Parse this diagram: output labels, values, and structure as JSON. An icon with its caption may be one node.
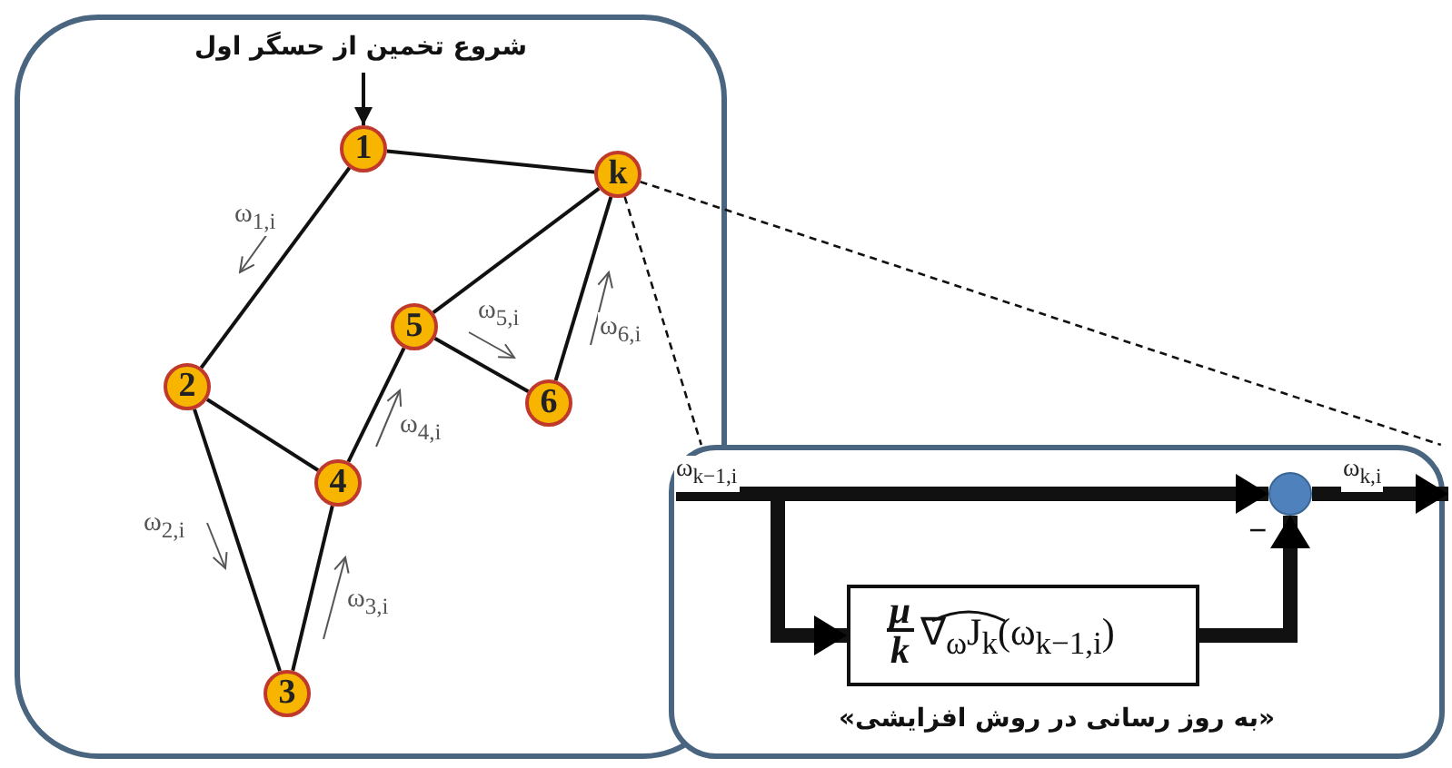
{
  "diagram": {
    "nodes": [
      {
        "text": [],
        "shape": "box"
      },
      {
        "text": [
          "شروع تخمین از حسگر اول"
        ],
        "in": 0
      },
      {
        "text": [
          "1"
        ],
        "in": 0
      },
      {
        "text": [
          "k"
        ],
        "in": 0
      },
      {
        "text": [
          "2"
        ],
        "in": 0
      },
      {
        "text": [
          "5"
        ],
        "in": 0
      },
      {
        "text": [
          "6"
        ],
        "in": 0
      },
      {
        "text": [
          "4"
        ],
        "in": 0
      },
      {
        "text": [
          "3"
        ],
        "in": 0
      },
      {
        "text": [
          "«به روز رسانی در روش افزایشی»"
        ]
      },
      {
        "text": [
          "μ",
          "k",
          "∇$_{ω}$J$_{k}$(ω$_{k−1,i}$)"
        ],
        "in": 9
      },
      {
        "text": [],
        "shape": "circle",
        "in": 9
      }
    ],
    "edges": [
      {
        "from": 1,
        "to": 2,
        "arrow": "to"
      },
      {
        "from": 2,
        "to": 3,
        "arrow": "none"
      },
      {
        "from": 2,
        "to": 4,
        "arrow": "none",
        "label": "ω$_{1,i}$"
      },
      {
        "from": 4,
        "to": 7,
        "arrow": "none"
      },
      {
        "from": 4,
        "to": 8,
        "arrow": "none",
        "label": "ω$_{2,i}$"
      },
      {
        "from": 8,
        "to": 7,
        "arrow": "none",
        "label": "ω$_{3,i}$"
      },
      {
        "from": 7,
        "to": 5,
        "arrow": "none",
        "label": "ω$_{4,i}$"
      },
      {
        "from": 5,
        "to": 6,
        "arrow": "none",
        "label": "ω$_{5,i}$"
      },
      {
        "from": 6,
        "to": 3,
        "arrow": "none",
        "label": "ω$_{6,i}$"
      },
      {
        "from": 5,
        "to": 3,
        "arrow": "none"
      },
      {
        "from": 3,
        "to": 9,
        "arrow": "none",
        "style": "dashed"
      },
      {
        "from": 3,
        "to": 9,
        "arrow": "none",
        "style": "dashed"
      },
      {
        "from": null,
        "to": 11,
        "arrow": "to",
        "style": "thick",
        "label": "ω$_{k−1,i}$"
      },
      {
        "from": null,
        "to": 10,
        "arrow": "to",
        "style": "thick"
      },
      {
        "from": 10,
        "to": 11,
        "arrow": "to",
        "style": "thick"
      },
      {
        "from": 11,
        "to": null,
        "arrow": "to",
        "style": "thick",
        "label": "ω$_{k,i}$"
      }
    ],
    "labels": [
      "−"
    ]
  }
}
